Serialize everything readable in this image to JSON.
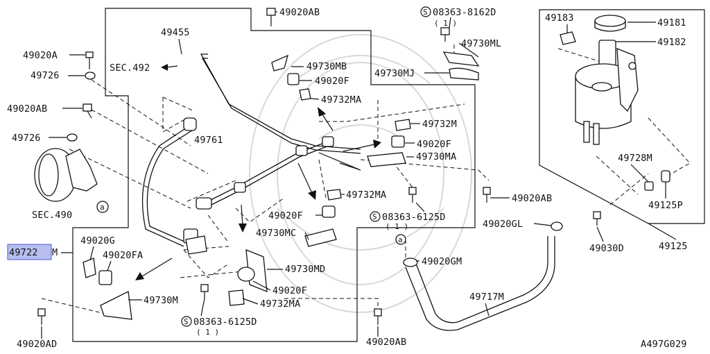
{
  "diagram_id": "A497G029",
  "highlight_color": "#b6bef0",
  "parts": {
    "p49020AB_top": "49020AB",
    "p49455": "49455",
    "sec492": "SEC.492",
    "p49020A": "49020A",
    "p49726_a": "49726",
    "p49020AB_left": "49020AB",
    "p49726_b": "49726",
    "sec490": "SEC.490",
    "p49761": "49761",
    "p49730MB": "49730MB",
    "p49020F_a": "49020F",
    "p49732MA_a": "49732MA",
    "p08363_8162D": "08363-8162D",
    "qty_1_a": "( 1 )",
    "p49730ML": "49730ML",
    "p49730MJ": "49730MJ",
    "p49732M": "49732M",
    "p49020F_b": "49020F",
    "p49730MA": "49730MA",
    "p49732MA_b": "49732MA",
    "p08363_6125D_a": "08363-6125D",
    "qty_1_b": "( 1 )",
    "p49020F_c": "49020F",
    "p49730MC": "49730MC",
    "p49730MD": "49730MD",
    "p49020F_d": "49020F",
    "p49732MA_c": "49732MA",
    "p08363_6125D_b": "08363-6125D",
    "qty_1_c": "( 1 )",
    "p49722_hl": "49722",
    "p49722_suffix": "M",
    "p49020G": "49020G",
    "p49020FA": "49020FA",
    "p49730M": "49730M",
    "p49020AD": "49020AD",
    "p49020AB_bottom": "49020AB",
    "p49183": "49183",
    "p49181": "49181",
    "p49182": "49182",
    "p49728M": "49728M",
    "p49125P": "49125P",
    "p49020AB_right": "49020AB",
    "p49020GL": "49020GL",
    "p49030D": "49030D",
    "p49125": "49125",
    "p49020GM": "49020GM",
    "p49717M": "49717M",
    "circle_a": "a",
    "screw_s": "S"
  }
}
